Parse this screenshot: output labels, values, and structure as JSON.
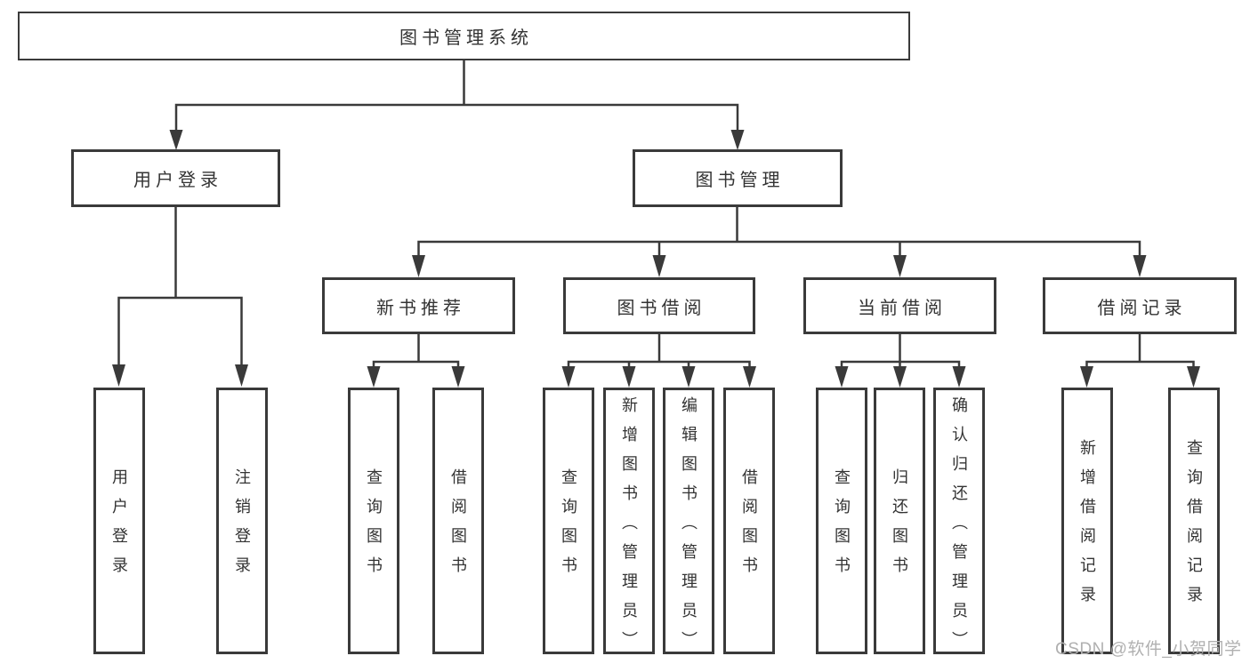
{
  "diagram": {
    "type": "tree",
    "root": {
      "label": "图书管理系统"
    },
    "branches": [
      {
        "label": "用户登录",
        "children": [
          {
            "label": "用户登录"
          },
          {
            "label": "注销登录"
          }
        ]
      },
      {
        "label": "图书管理",
        "children": [
          {
            "label": "新书推荐",
            "children": [
              {
                "label": "查询图书"
              },
              {
                "label": "借阅图书"
              }
            ]
          },
          {
            "label": "图书借阅",
            "children": [
              {
                "label": "查询图书"
              },
              {
                "label": "新增图书（管理员）"
              },
              {
                "label": "编辑图书（管理员）"
              },
              {
                "label": "借阅图书"
              }
            ]
          },
          {
            "label": "当前借阅",
            "children": [
              {
                "label": "查询图书"
              },
              {
                "label": "归还图书"
              },
              {
                "label": "确认归还（管理员）"
              }
            ]
          },
          {
            "label": "借阅记录",
            "children": [
              {
                "label": "新增借阅记录"
              },
              {
                "label": "查询借阅记录"
              }
            ]
          }
        ]
      }
    ]
  },
  "watermark": {
    "text": "CSDN @软件_小贺同学"
  },
  "colors": {
    "line": "#3a3a3a",
    "text": "#333333",
    "watermark": "#b0b0b0",
    "background": "#ffffff"
  }
}
